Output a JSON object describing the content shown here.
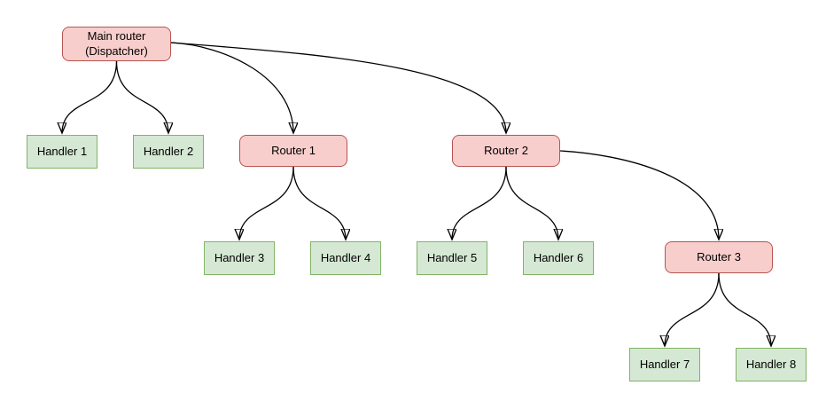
{
  "diagram": {
    "nodes": {
      "main": {
        "label": "Main router\n(Dispatcher)",
        "type": "router"
      },
      "handler1": {
        "label": "Handler 1",
        "type": "handler"
      },
      "handler2": {
        "label": "Handler 2",
        "type": "handler"
      },
      "router1": {
        "label": "Router 1",
        "type": "router"
      },
      "router2": {
        "label": "Router 2",
        "type": "router"
      },
      "handler3": {
        "label": "Handler 3",
        "type": "handler"
      },
      "handler4": {
        "label": "Handler 4",
        "type": "handler"
      },
      "handler5": {
        "label": "Handler 5",
        "type": "handler"
      },
      "handler6": {
        "label": "Handler 6",
        "type": "handler"
      },
      "router3": {
        "label": "Router 3",
        "type": "router"
      },
      "handler7": {
        "label": "Handler 7",
        "type": "handler"
      },
      "handler8": {
        "label": "Handler 8",
        "type": "handler"
      }
    },
    "edges": [
      {
        "from": "main",
        "to": "handler1"
      },
      {
        "from": "main",
        "to": "handler2"
      },
      {
        "from": "main",
        "to": "router1"
      },
      {
        "from": "main",
        "to": "router2"
      },
      {
        "from": "router1",
        "to": "handler3"
      },
      {
        "from": "router1",
        "to": "handler4"
      },
      {
        "from": "router2",
        "to": "handler5"
      },
      {
        "from": "router2",
        "to": "handler6"
      },
      {
        "from": "router2",
        "to": "router3"
      },
      {
        "from": "router3",
        "to": "handler7"
      },
      {
        "from": "router3",
        "to": "handler8"
      }
    ],
    "colors": {
      "router_fill": "#f8cecc",
      "router_stroke": "#b85450",
      "handler_fill": "#d5e8d4",
      "handler_stroke": "#82b366",
      "edge_color": "#000000",
      "background": "#ffffff"
    }
  }
}
